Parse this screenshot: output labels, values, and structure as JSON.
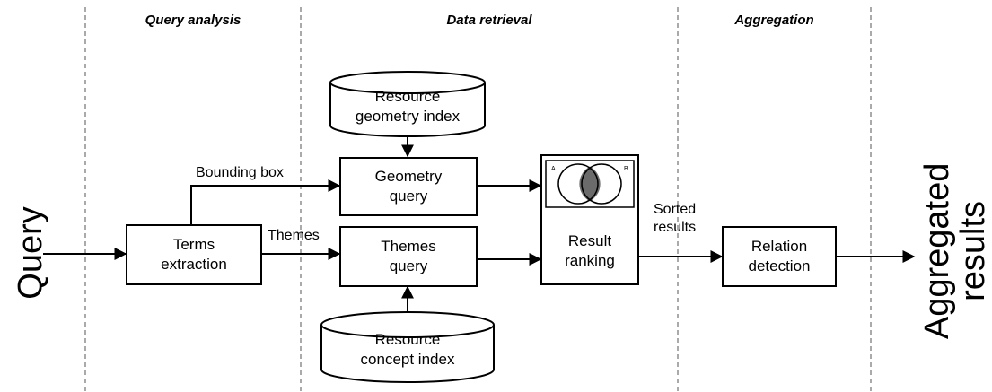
{
  "phases": {
    "query_analysis": "Query analysis",
    "data_retrieval": "Data retrieval",
    "aggregation": "Aggregation"
  },
  "input": "Query",
  "output": "Aggregated\nresults",
  "nodes": {
    "terms_extraction": "Terms\nextraction",
    "geometry_query": "Geometry\nquery",
    "themes_query": "Themes\nquery",
    "result_ranking": "Result\nranking",
    "relation_detection": "Relation\ndetection"
  },
  "stores": {
    "geometry_index": "Resource\ngeometry index",
    "concept_index": "Resource\nconcept index"
  },
  "edge_labels": {
    "bounding_box": "Bounding box",
    "themes": "Themes",
    "sorted_results": "Sorted\nresults"
  },
  "venn": {
    "left_letter": "A",
    "right_letter": "B",
    "overlap_color": "#6b6b6b"
  }
}
